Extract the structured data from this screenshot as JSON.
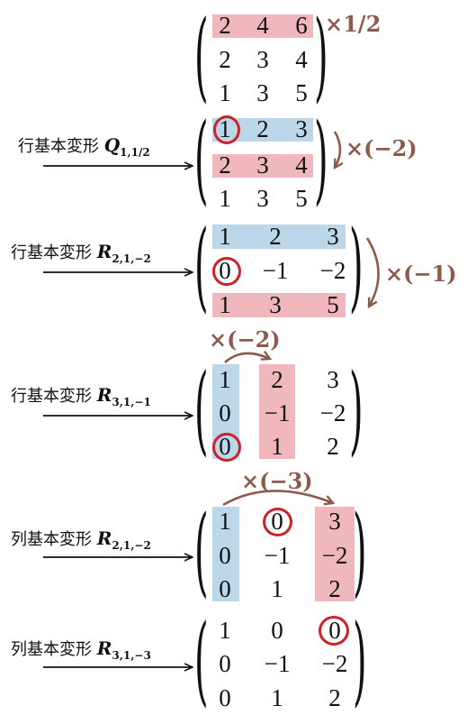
{
  "matrices": [
    {
      "rows": [
        [
          "2",
          "4",
          "6"
        ],
        [
          "2",
          "3",
          "4"
        ],
        [
          "1",
          "3",
          "5"
        ]
      ]
    },
    {
      "rows": [
        [
          "1",
          "2",
          "3"
        ],
        [
          "2",
          "3",
          "4"
        ],
        [
          "1",
          "3",
          "5"
        ]
      ]
    },
    {
      "rows": [
        [
          "1",
          "2",
          "3"
        ],
        [
          "0",
          "−1",
          "−2"
        ],
        [
          "1",
          "3",
          "5"
        ]
      ]
    },
    {
      "rows": [
        [
          "1",
          "2",
          "3"
        ],
        [
          "0",
          "−1",
          "−2"
        ],
        [
          "0",
          "1",
          "2"
        ]
      ]
    },
    {
      "rows": [
        [
          "1",
          "0",
          "3"
        ],
        [
          "0",
          "−1",
          "−2"
        ],
        [
          "0",
          "1",
          "2"
        ]
      ]
    },
    {
      "rows": [
        [
          "1",
          "0",
          "0"
        ],
        [
          "0",
          "−1",
          "−2"
        ],
        [
          "0",
          "1",
          "2"
        ]
      ]
    }
  ],
  "steps": [
    {
      "kind": "行基本変形",
      "symbol": "Q",
      "subscript": "1,1/2"
    },
    {
      "kind": "行基本変形",
      "symbol": "R",
      "subscript": "2,1,−2"
    },
    {
      "kind": "行基本変形",
      "symbol": "R",
      "subscript": "3,1,−1"
    },
    {
      "kind": "列基本変形",
      "symbol": "R",
      "subscript": "2,1,−2"
    },
    {
      "kind": "列基本変形",
      "symbol": "R",
      "subscript": "3,1,−3"
    }
  ],
  "operations": {
    "scale_row1": "×1/2",
    "row_op_1": "×(−2)",
    "row_op_2": "×(−1)",
    "col_op_1": "×(−2)",
    "col_op_2": "×(−3)"
  },
  "colors": {
    "highlight_red": "#f0b7bd",
    "highlight_blue": "#bcd6ea",
    "annotation_brown": "#8d5a4c",
    "pivot_circle": "#cc2229"
  }
}
